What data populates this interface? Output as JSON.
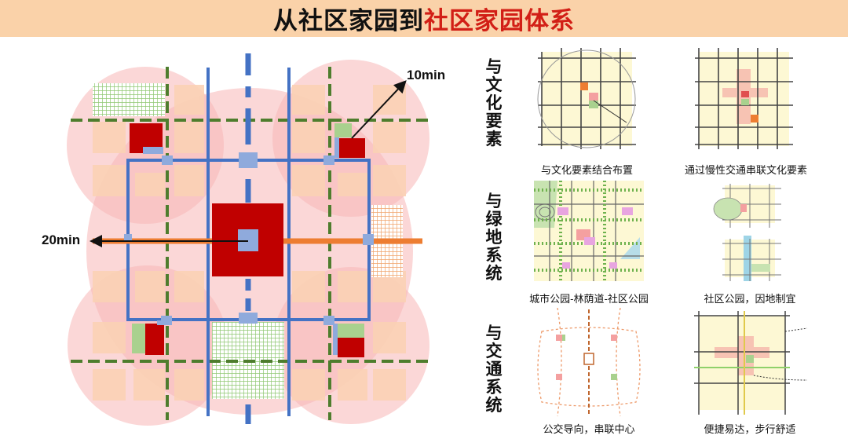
{
  "title": {
    "part1": "从社区家园到",
    "part2": "社区家园体系"
  },
  "plan": {
    "label_10min": "10min",
    "label_20min": "20min"
  },
  "rows": [
    {
      "heading": "与文化要素",
      "captions": [
        "与文化要素结合布置",
        "通过慢性交通串联文化要素"
      ]
    },
    {
      "heading": "与绿地系统",
      "captions": [
        "城市公园-林荫道-社区公园",
        "社区公园，因地制宜"
      ]
    },
    {
      "heading": "与交通系统",
      "captions": [
        "公交导向，串联中心",
        "便捷易达，步行舒适"
      ]
    }
  ],
  "colors": {
    "title_bg": "#fad2a9",
    "accent_red": "#d21f16",
    "road_blue": "#4472c4",
    "green_dash": "#4e7d2d",
    "orange_axis": "#ed7d31"
  }
}
